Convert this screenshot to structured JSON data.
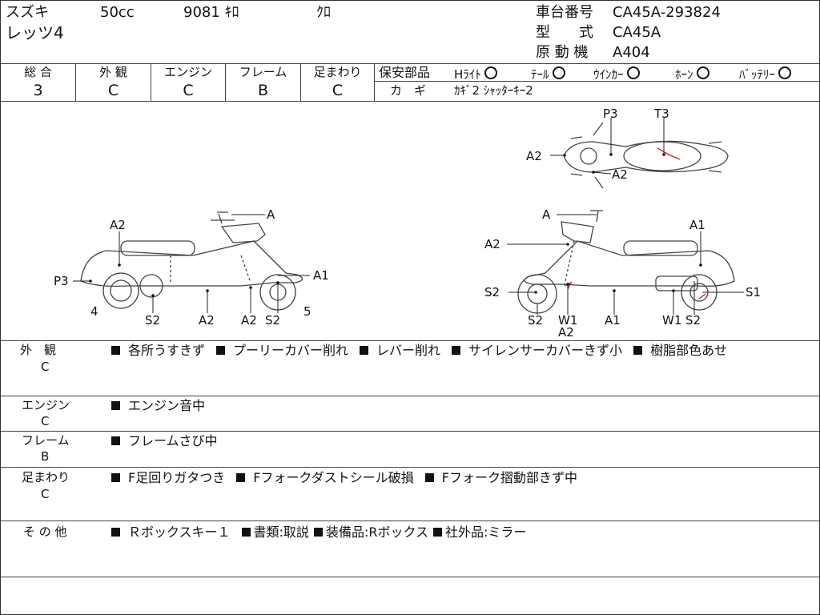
{
  "header": {
    "maker": "スズキ",
    "displacement": "50cc",
    "mileage": "9081 ｷﾛ",
    "color": "ｸﾛ",
    "model_name": "レッツ4",
    "frame_no_label": "車台番号",
    "frame_no": "CA45A-293824",
    "type_label": "型　　式",
    "type": "CA45A",
    "engine_label": "原 動 機",
    "engine": "A404"
  },
  "grades": {
    "headers": [
      "総 合",
      "外 観",
      "エンジン",
      "フレーム",
      "足まわり"
    ],
    "values": [
      "3",
      "C",
      "C",
      "B",
      "C"
    ]
  },
  "safety": {
    "label": "保安部品",
    "items": [
      "Hﾗｲﾄ",
      "ﾃｰﾙ",
      "ｳｲﾝｶｰ",
      "ﾎｰﾝ",
      "ﾊﾞｯﾃﾘｰ"
    ],
    "key_label": "カ　ギ",
    "key_value": "ｶｷﾞ2 ｼｬｯﾀｰｷｰ2"
  },
  "diagram": {
    "left_labels": [
      "A",
      "A2",
      "P3",
      "A1",
      "4",
      "S2",
      "A2",
      "A2",
      "S2",
      "5"
    ],
    "right_labels": [
      "A",
      "A2",
      "A1",
      "S2",
      "S1",
      "S2",
      "W1",
      "A2",
      "A1",
      "W1",
      "S2"
    ],
    "top_labels": [
      "P3",
      "T3",
      "A2",
      "A2"
    ]
  },
  "notes": [
    {
      "label": "外　観",
      "grade": "C",
      "items": [
        "各所うすきず",
        "プーリーカバー削れ",
        "レバー削れ",
        "サイレンサーカバーきず小",
        "樹脂部色あせ"
      ]
    },
    {
      "label": "エンジン",
      "grade": "C",
      "items": [
        "エンジン音中"
      ]
    },
    {
      "label": "フレーム",
      "grade": "B",
      "items": [
        "フレームさび中"
      ]
    },
    {
      "label": "足まわり",
      "grade": "C",
      "items": [
        "F足回りガタつき",
        "Fフォークダストシール破損",
        "Fフォーク摺動部きず中"
      ]
    },
    {
      "label": "そ の 他",
      "grade": "",
      "items": [
        "Ｒボックスキー１",
        "書類:取説",
        "装備品:Rボックス",
        "社外品:ミラー"
      ]
    }
  ],
  "colors": {
    "line": "#444444",
    "damage": "#cc2222"
  }
}
